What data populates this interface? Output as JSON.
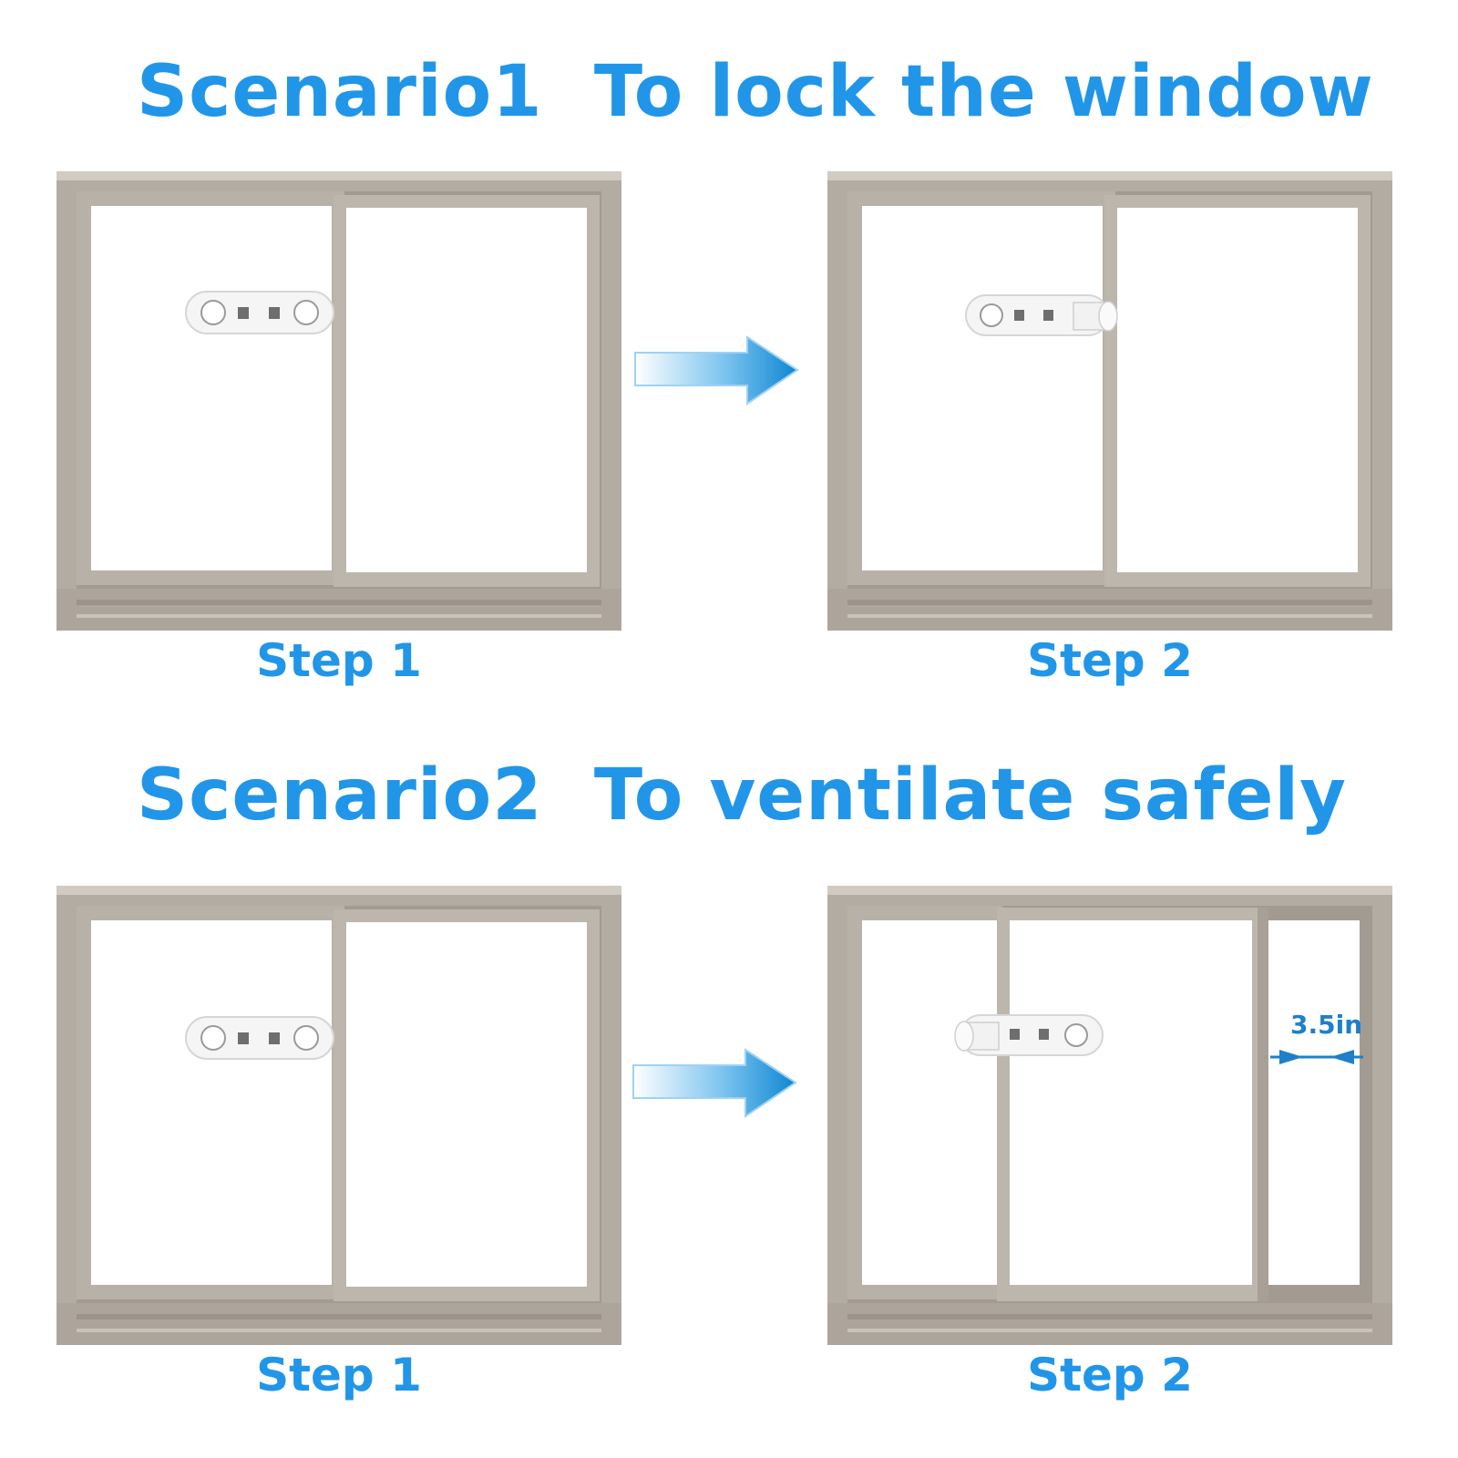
{
  "scenario1": {
    "title": "Scenario1  To lock the window",
    "step1_label": "Step 1",
    "step2_label": "Step 2"
  },
  "scenario2": {
    "title": "Scenario2  To ventilate safely",
    "step1_label": "Step 1",
    "step2_label": "Step 2",
    "gap_measure": "3.5in"
  },
  "colors": {
    "title_blue": "#2196e8",
    "frame": "#aea69c",
    "arrow": "#1a8fd6"
  },
  "icons": [
    "window-frame",
    "window-lock",
    "right-arrow",
    "measure-arrows"
  ]
}
